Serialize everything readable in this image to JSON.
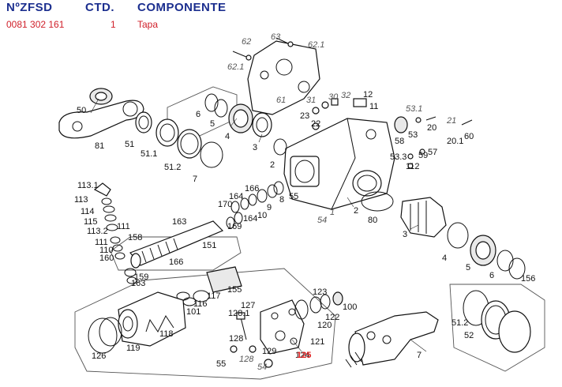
{
  "header": {
    "col_number": "NºZFSD",
    "col_qty": "CTD.",
    "col_component": "COMPONENTE"
  },
  "row": {
    "number": "0081 302 161",
    "qty": "1",
    "component": "Tapa"
  },
  "colors": {
    "header_blue": "#1c2f8f",
    "row_red": "#d0202a",
    "highlight_red": "#e02020"
  },
  "diagram": {
    "highlighted_label": "125",
    "labels": [
      "62",
      "63",
      "62.1",
      "62.1",
      "61",
      "50",
      "81",
      "51",
      "51.1",
      "51.2",
      "6",
      "5",
      "4",
      "3",
      "7",
      "2",
      "31",
      "30",
      "32",
      "12",
      "11",
      "23",
      "22",
      "53.1",
      "21",
      "53",
      "20",
      "20.1",
      "60",
      "53.3",
      "58",
      "57",
      "59",
      "112",
      "113.1",
      "113",
      "114",
      "115",
      "113.2",
      "111",
      "111",
      "110",
      "160",
      "158",
      "159",
      "163",
      "163",
      "151",
      "166",
      "170",
      "164",
      "166",
      "169",
      "164",
      "10",
      "9",
      "8",
      "55",
      "54",
      "1",
      "2",
      "80",
      "3",
      "4",
      "5",
      "6",
      "156",
      "155",
      "117",
      "116",
      "101",
      "118",
      "119",
      "126",
      "127",
      "128.1",
      "128",
      "129",
      "128",
      "55",
      "54",
      "125",
      "124",
      "121",
      "123",
      "122",
      "120",
      "100",
      "7",
      "51.2",
      "52"
    ]
  }
}
